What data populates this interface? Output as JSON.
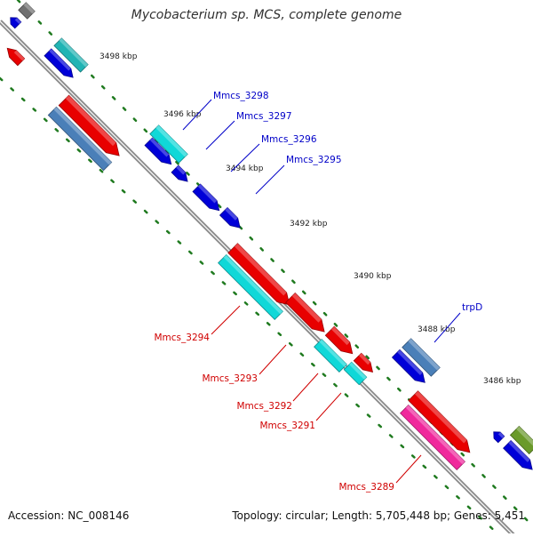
{
  "title": "Mycobacterium sp. MCS, complete genome",
  "footer": {
    "accession": "Accession: NC_008146",
    "summary": "Topology: circular; Length: 5,705,448 bp; Genes: 5,451"
  },
  "colors": {
    "backbone": "#8c8c8c",
    "tick": "#1f7a1f",
    "label_blue": "#0000c8",
    "label_red": "#d00000",
    "kbp_text": "#202020"
  },
  "kbp_labels": [
    "3498 kbp",
    "3496 kbp",
    "3494 kbp",
    "3492 kbp",
    "3490 kbp",
    "3488 kbp",
    "3486 kbp"
  ],
  "gene_labels": [
    {
      "text": "Mmcs_3298",
      "color": "blue"
    },
    {
      "text": "Mmcs_3297",
      "color": "blue"
    },
    {
      "text": "Mmcs_3296",
      "color": "blue"
    },
    {
      "text": "Mmcs_3295",
      "color": "blue"
    },
    {
      "text": "trpD",
      "color": "blue"
    },
    {
      "text": "Mmcs_3294",
      "color": "red"
    },
    {
      "text": "Mmcs_3293",
      "color": "red"
    },
    {
      "text": "Mmcs_3292",
      "color": "red"
    },
    {
      "text": "Mmcs_3291",
      "color": "red"
    },
    {
      "text": "Mmcs_3289",
      "color": "red"
    }
  ],
  "features": [
    {
      "name": "gray-gene",
      "color": "#707070"
    },
    {
      "name": "blue-gene",
      "color": "#0000d8"
    },
    {
      "name": "red-gene",
      "color": "#e80000"
    },
    {
      "name": "cyan-gene",
      "color": "#10d8d8"
    },
    {
      "name": "teal-gene",
      "color": "#20b4b4"
    },
    {
      "name": "steelblue-gene",
      "color": "#4a7fb8"
    },
    {
      "name": "pink-gene",
      "color": "#f0289c"
    },
    {
      "name": "olive-gene",
      "color": "#6a9a2a"
    }
  ]
}
